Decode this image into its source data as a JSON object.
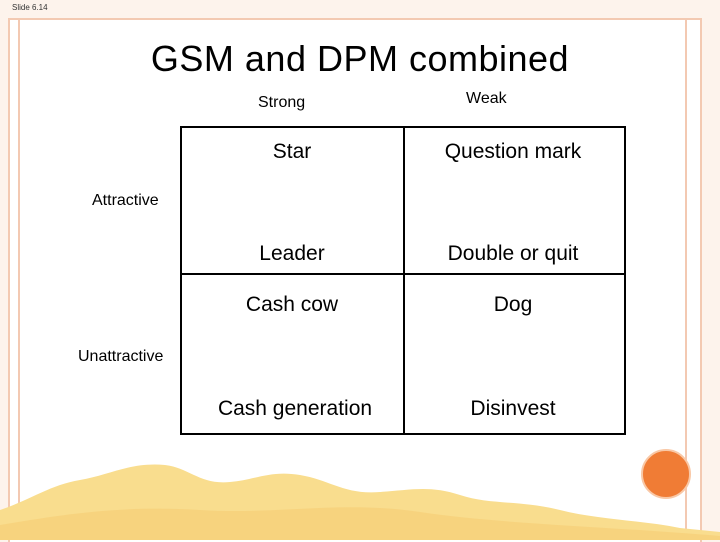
{
  "slide_number": "Slide 6.14",
  "title": "GSM and DPM combined",
  "columns": {
    "strong": "Strong",
    "weak": "Weak"
  },
  "rows": {
    "attractive": "Attractive",
    "unattractive": "Unattractive"
  },
  "cells": {
    "star": "Star",
    "question_mark": "Question mark",
    "leader": "Leader",
    "double_or_quit": "Double or quit",
    "cash_cow": "Cash cow",
    "dog": "Dog",
    "cash_generation": "Cash generation",
    "disinvest": "Disinvest"
  },
  "colors": {
    "frame": "#f3c9b2",
    "accent_circle": "#f07c35",
    "dunes": "#f9dd8e"
  }
}
